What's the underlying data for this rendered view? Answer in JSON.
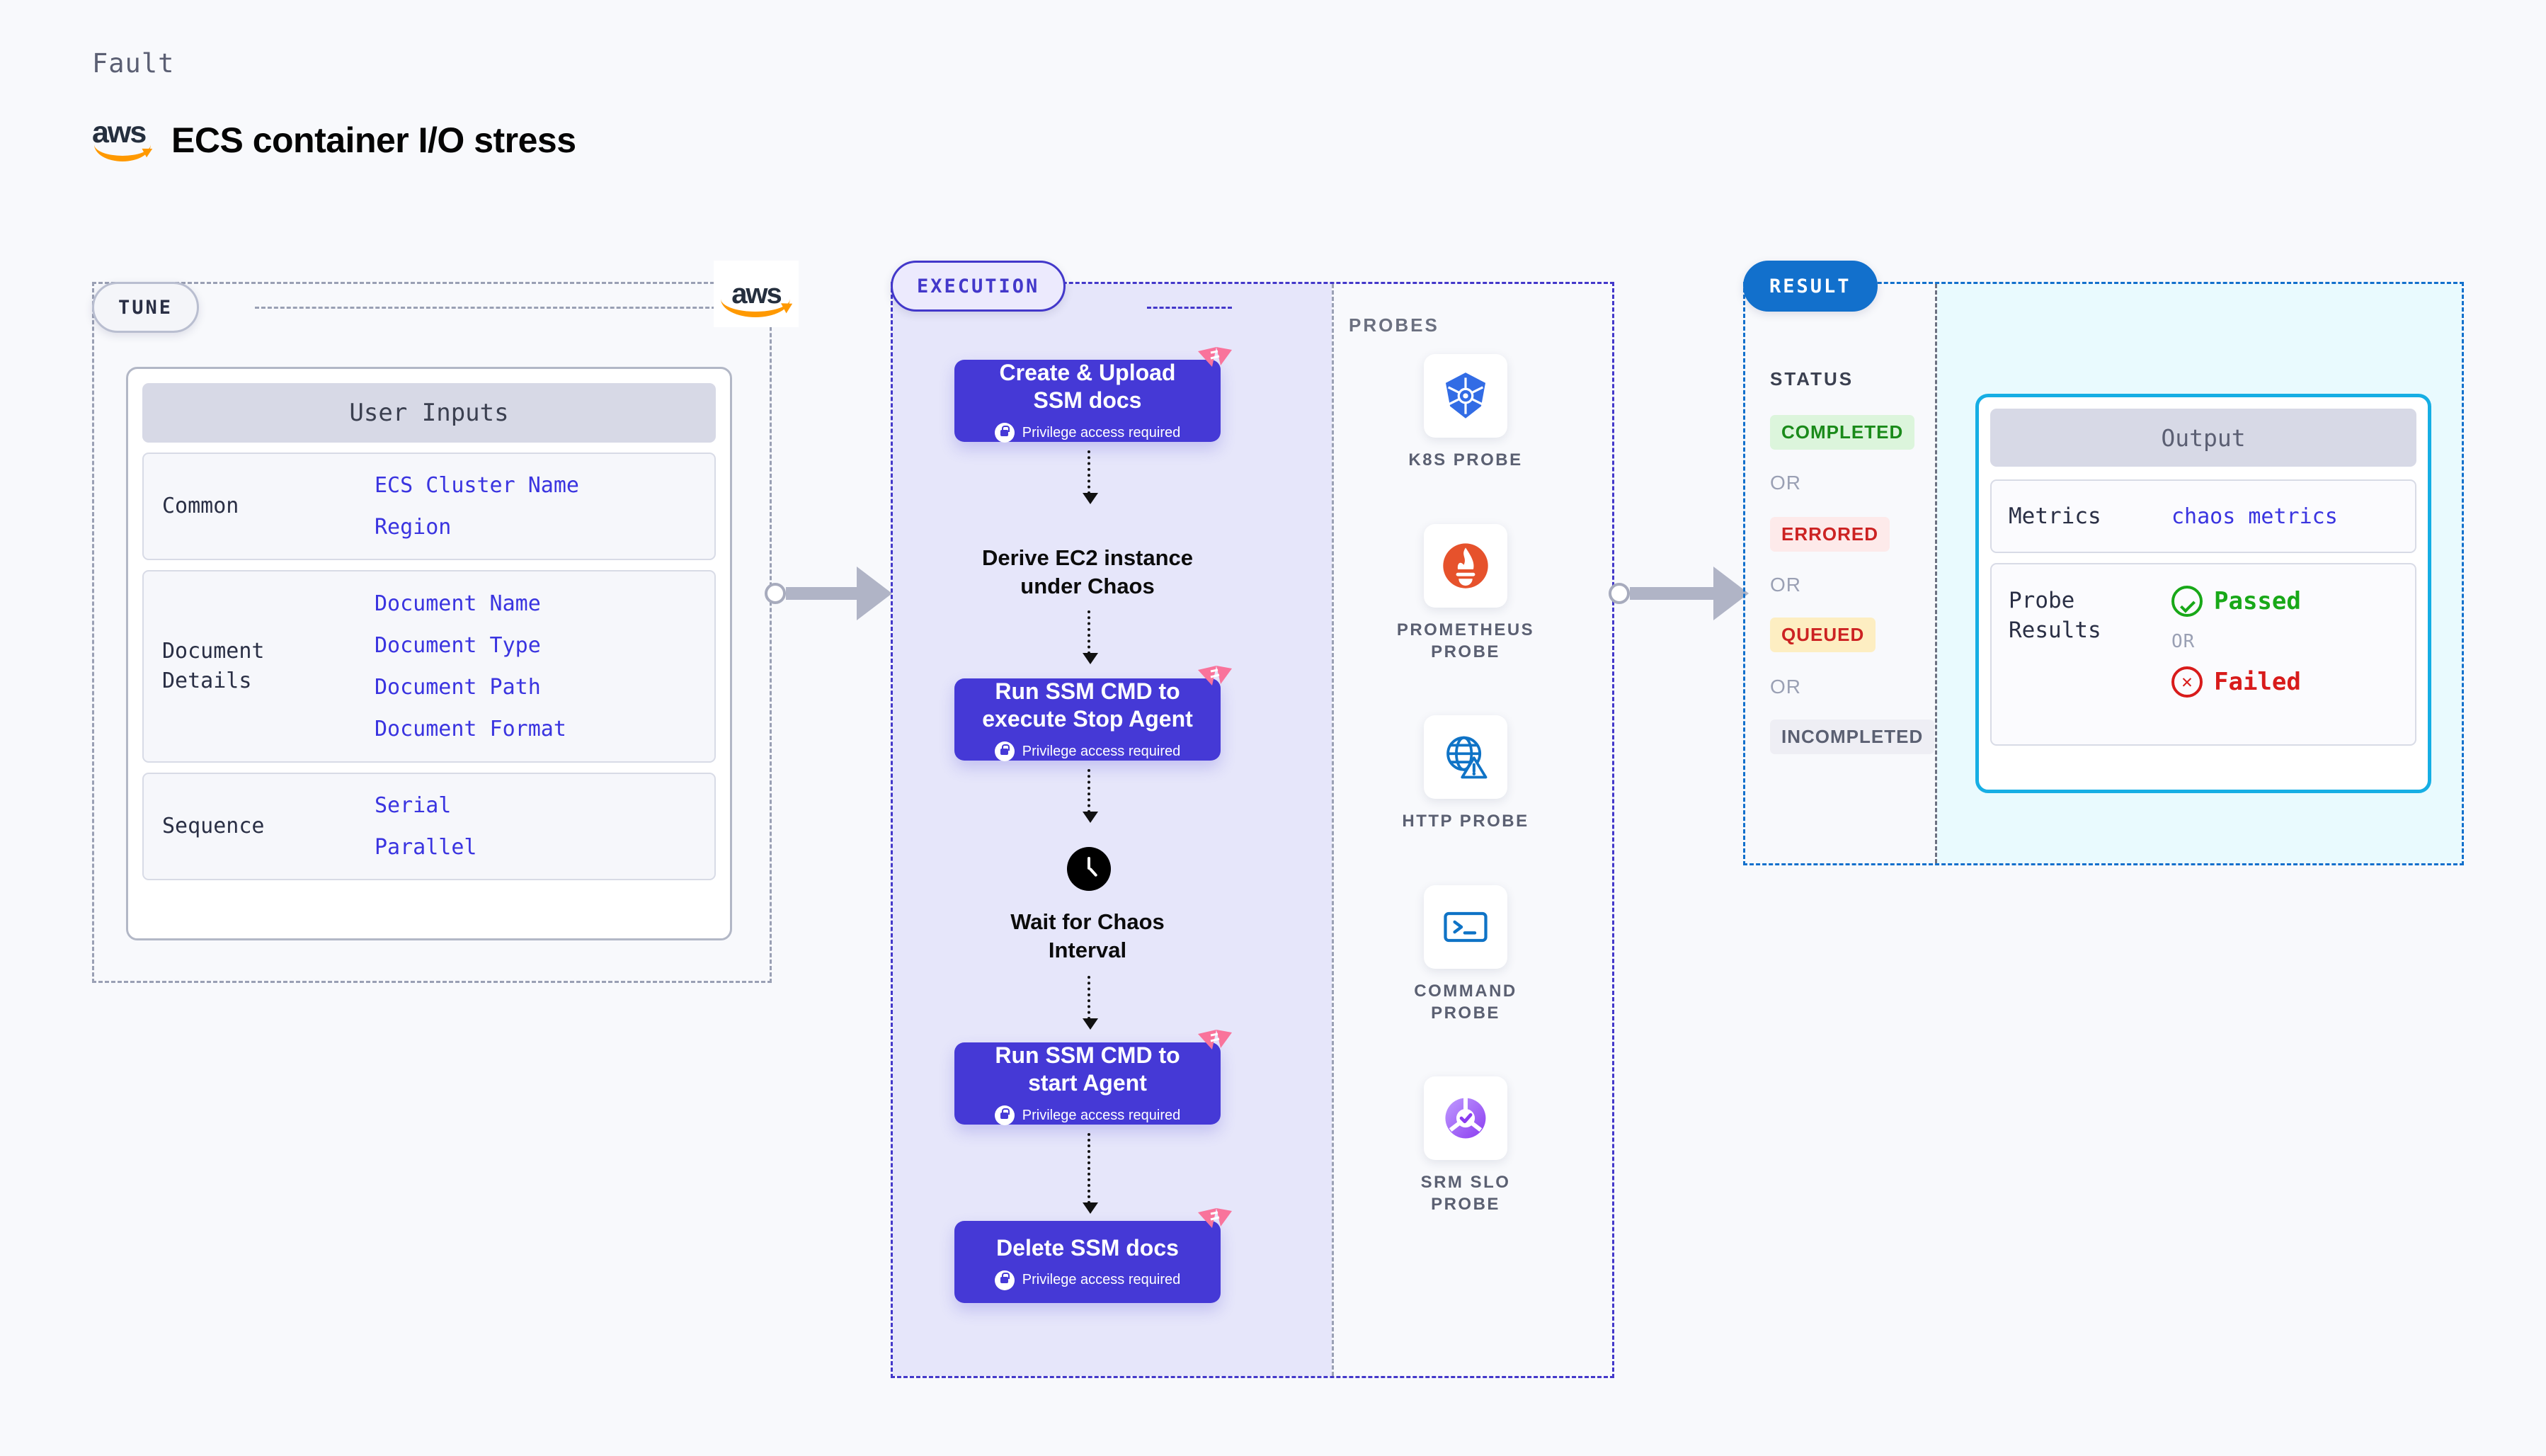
{
  "header": {
    "eyebrow": "Fault",
    "title": "ECS container I/O stress",
    "logo": "aws-logo"
  },
  "tune": {
    "badge": "TUNE",
    "provider_logo": "aws-logo",
    "card_title": "User Inputs",
    "groups": [
      {
        "label": "Common",
        "values": [
          "ECS Cluster Name",
          "Region"
        ]
      },
      {
        "label": "Document\nDetails",
        "label_line1": "Document",
        "label_line2": "Details",
        "values": [
          "Document Name",
          "Document Type",
          "Document Path",
          "Document Format"
        ]
      },
      {
        "label": "Sequence",
        "values": [
          "Serial",
          "Parallel"
        ]
      }
    ]
  },
  "execution": {
    "badge": "EXECUTION",
    "privilege_note": "Privilege access required",
    "steps": [
      {
        "type": "node",
        "title_line1": "Create & Upload",
        "title_line2": "SSM docs"
      },
      {
        "type": "plain",
        "title_line1": "Derive EC2 instance",
        "title_line2": "under Chaos"
      },
      {
        "type": "node",
        "title_line1": "Run SSM CMD to",
        "title_line2": "execute Stop Agent"
      },
      {
        "type": "clock",
        "title_line1": "Wait for Chaos",
        "title_line2": "Interval"
      },
      {
        "type": "node",
        "title_line1": "Run SSM CMD to",
        "title_line2": "start Agent"
      },
      {
        "type": "node",
        "title_line1": "Delete SSM docs",
        "title_line2": ""
      }
    ]
  },
  "probes": {
    "label": "PROBES",
    "items": [
      {
        "icon": "kubernetes-icon",
        "line1": "K8S",
        "line2": "PROBE"
      },
      {
        "icon": "prometheus-icon",
        "line1": "PROMETHEUS",
        "line2": "PROBE"
      },
      {
        "icon": "globe-warning-icon",
        "line1": "HTTP",
        "line2": "PROBE"
      },
      {
        "icon": "terminal-icon",
        "line1": "COMMAND",
        "line2": "PROBE"
      },
      {
        "icon": "srm-slo-icon",
        "line1": "SRM SLO",
        "line2": "PROBE"
      }
    ]
  },
  "result": {
    "badge": "RESULT",
    "status_label": "STATUS",
    "or": "OR",
    "statuses": [
      {
        "text": "COMPLETED",
        "style": "completed"
      },
      {
        "text": "ERRORED",
        "style": "errored"
      },
      {
        "text": "QUEUED",
        "style": "queued"
      },
      {
        "text": "INCOMPLETED",
        "style": "incompleted"
      }
    ],
    "output": {
      "title": "Output",
      "metrics_label": "Metrics",
      "metrics_value": "chaos metrics",
      "probe_results_label_line1": "Probe",
      "probe_results_label_line2": "Results",
      "passed": "Passed",
      "failed": "Failed",
      "or": "OR"
    }
  },
  "colors": {
    "accent_purple": "#4539d6",
    "accent_blue": "#1270cc",
    "accent_cyan": "#16aee4",
    "mono_value": "#3a34e0",
    "flag_pink": "#f9739b",
    "aws_orange": "#ff9900",
    "green": "#18a818",
    "red": "#d81b1b"
  }
}
